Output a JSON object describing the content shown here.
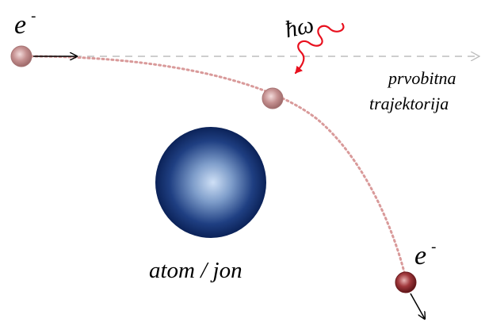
{
  "labels": {
    "electron_incoming": "e",
    "electron_incoming_sup": "-",
    "electron_outgoing": "e",
    "electron_outgoing_sup": "-",
    "photon": "ħω",
    "original_trajectory_line1": "prvobitna",
    "original_trajectory_line2": "trajektorija",
    "atom_ion": "atom / jon"
  },
  "colors": {
    "electron": "#b07878",
    "electron_dark": "#7a1f22",
    "trajectory_dotted": "#d99a9a",
    "original_trajectory_dashed": "#bbbbbb",
    "photon_wave": "#e8101e",
    "atom_core": "#c8daf2",
    "atom_edge": "#0d2660",
    "arrow": "#000000"
  }
}
